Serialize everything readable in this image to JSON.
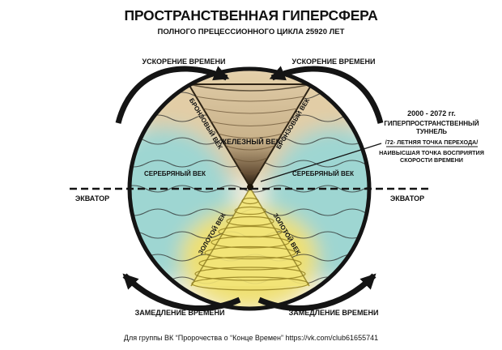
{
  "title": "ПРОСТРАНСТВЕННАЯ ГИПЕРСФЕРА",
  "subtitle": "ПОЛНОГО ПРЕЦЕССИОННОГО ЦИКЛА 25920 ЛЕТ",
  "arrows": {
    "accel_left": "УСКОРЕНИЕ ВРЕМЕНИ",
    "accel_right": "УСКОРЕНИЕ ВРЕМЕНИ",
    "decel_left": "ЗАМЕДЛЕНИЕ ВРЕМЕНИ",
    "decel_right": "ЗАМЕДЛЕНИЕ ВРЕМЕНИ"
  },
  "equator": {
    "left": "ЭКВАТОР",
    "right": "ЭКВАТОР"
  },
  "ages": {
    "bronze_left": "БРОНЗОВЫЙ ВЕК",
    "bronze_right": "БРОНЗОВЫЙ ВЕК",
    "iron": "ЖЕЛЕЗНЫЙ ВЕК",
    "silver_left": "СЕРЕБРЯНЫЙ ВЕК",
    "silver_right": "СЕРЕБРЯНЫЙ ВЕК",
    "gold_left": "ЗОЛОТОЙ ВЕК",
    "gold_right": "ЗОЛОТОЙ ВЕК"
  },
  "annotation": {
    "years": "2000 - 2072 гг.",
    "line2": "ГИПЕРПРОСТРАНСТВЕННЫЙ",
    "line3": "ТУННЕЛЬ",
    "line4": "/72- ЛЕТНЯЯ ТОЧКА ПЕРЕХОДА/",
    "line5": "НАИВЫСШАЯ ТОЧКА ВОСПРИЯТИЯ",
    "line6": "СКОРОСТИ ВРЕМЕНИ"
  },
  "footer": "Для группы ВК “Пророчества о “Конце Времен” https://vk.com/club61655741",
  "colors": {
    "beige": "#e2cda6",
    "cyan": "#9ed6d2",
    "yellow": "#efe070",
    "ink": "#141414"
  }
}
